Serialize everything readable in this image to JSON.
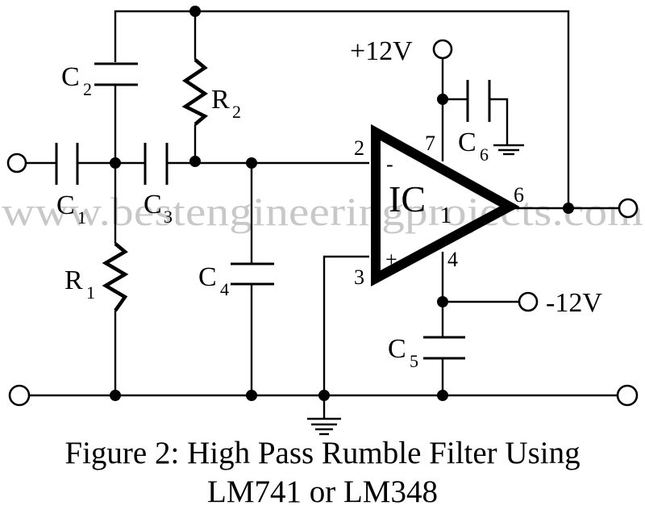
{
  "figure": {
    "caption_line1": "Figure 2: High Pass Rumble Filter Using",
    "caption_line2": "LM741 or LM348",
    "watermark": "www.bestengineeringprojects.com"
  },
  "components": {
    "C1": {
      "letter": "C",
      "sub": "1"
    },
    "C2": {
      "letter": "C",
      "sub": "2"
    },
    "C3": {
      "letter": "C",
      "sub": "3"
    },
    "C4": {
      "letter": "C",
      "sub": "4"
    },
    "C5": {
      "letter": "C",
      "sub": "5"
    },
    "C6": {
      "letter": "C",
      "sub": "6"
    },
    "R1": {
      "letter": "R",
      "sub": "1"
    },
    "R2": {
      "letter": "R",
      "sub": "2"
    },
    "IC1": {
      "letter": "IC",
      "sub": "1"
    }
  },
  "pins": {
    "inverting": "2",
    "non_inverting": "3",
    "v_minus": "4",
    "output": "6",
    "v_plus": "7",
    "minus_sign": "-",
    "plus_sign": "+"
  },
  "supplies": {
    "positive": "+12V",
    "negative": "-12V"
  }
}
